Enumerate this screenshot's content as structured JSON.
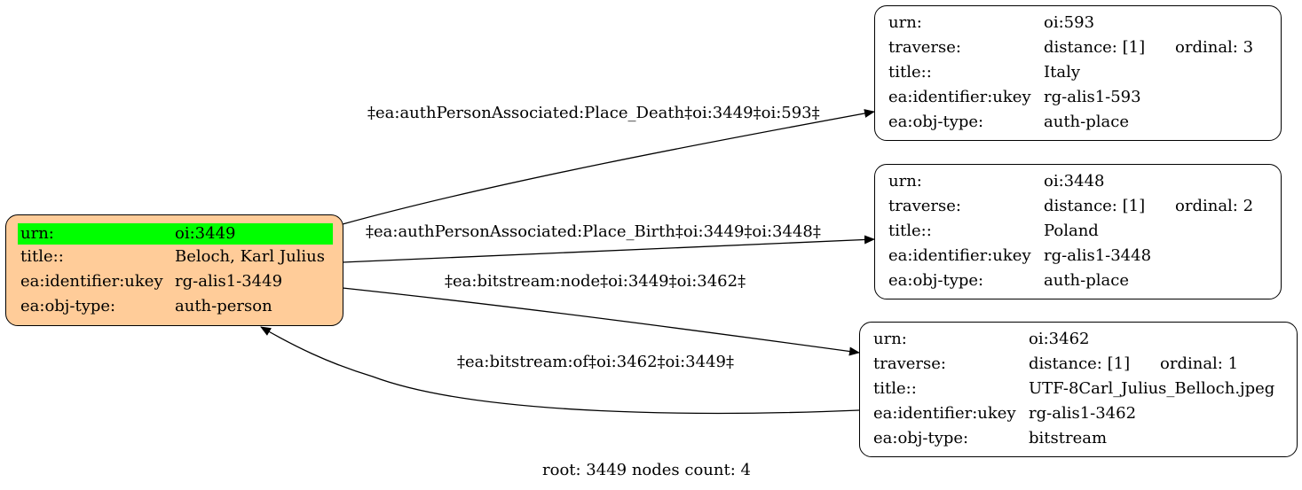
{
  "root_node": {
    "rows": [
      {
        "key": "urn:",
        "value": "oi:3449"
      },
      {
        "key": "title::",
        "value": "Beloch, Karl Julius"
      },
      {
        "key": "ea:identifier:ukey",
        "value": "rg-alis1-3449"
      },
      {
        "key": "ea:obj-type:",
        "value": "auth-person"
      }
    ]
  },
  "nodes": [
    {
      "urn_key": "urn:",
      "urn": "oi:593",
      "traverse_key": "traverse:",
      "distance": "distance: [1]",
      "ordinal": "ordinal: 3",
      "title_key": "title::",
      "title": "Italy",
      "ukey_key": "ea:identifier:ukey",
      "ukey": "rg-alis1-593",
      "type_key": "ea:obj-type:",
      "type": "auth-place"
    },
    {
      "urn_key": "urn:",
      "urn": "oi:3448",
      "traverse_key": "traverse:",
      "distance": "distance: [1]",
      "ordinal": "ordinal: 2",
      "title_key": "title::",
      "title": "Poland",
      "ukey_key": "ea:identifier:ukey",
      "ukey": "rg-alis1-3448",
      "type_key": "ea:obj-type:",
      "type": "auth-place"
    },
    {
      "urn_key": "urn:",
      "urn": "oi:3462",
      "traverse_key": "traverse:",
      "distance": "distance: [1]",
      "ordinal": "ordinal: 1",
      "title_key": "title::",
      "title": "UTF-8Carl_Julius_Belloch.jpeg",
      "ukey_key": "ea:identifier:ukey",
      "ukey": "rg-alis1-3462",
      "type_key": "ea:obj-type:",
      "type": "bitstream"
    }
  ],
  "edges": [
    {
      "label": "‡ea:authPersonAssociated:Place_Death‡oi:3449‡oi:593‡"
    },
    {
      "label": "‡ea:authPersonAssociated:Place_Birth‡oi:3449‡oi:3448‡"
    },
    {
      "label": "‡ea:bitstream:node‡oi:3449‡oi:3462‡"
    },
    {
      "label": "‡ea:bitstream:of‡oi:3462‡oi:3449‡"
    }
  ],
  "footer": "root: 3449 nodes count: 4",
  "colors": {
    "root_fill": "#ffcc99",
    "highlight": "#00ff00",
    "stroke": "#000000"
  }
}
